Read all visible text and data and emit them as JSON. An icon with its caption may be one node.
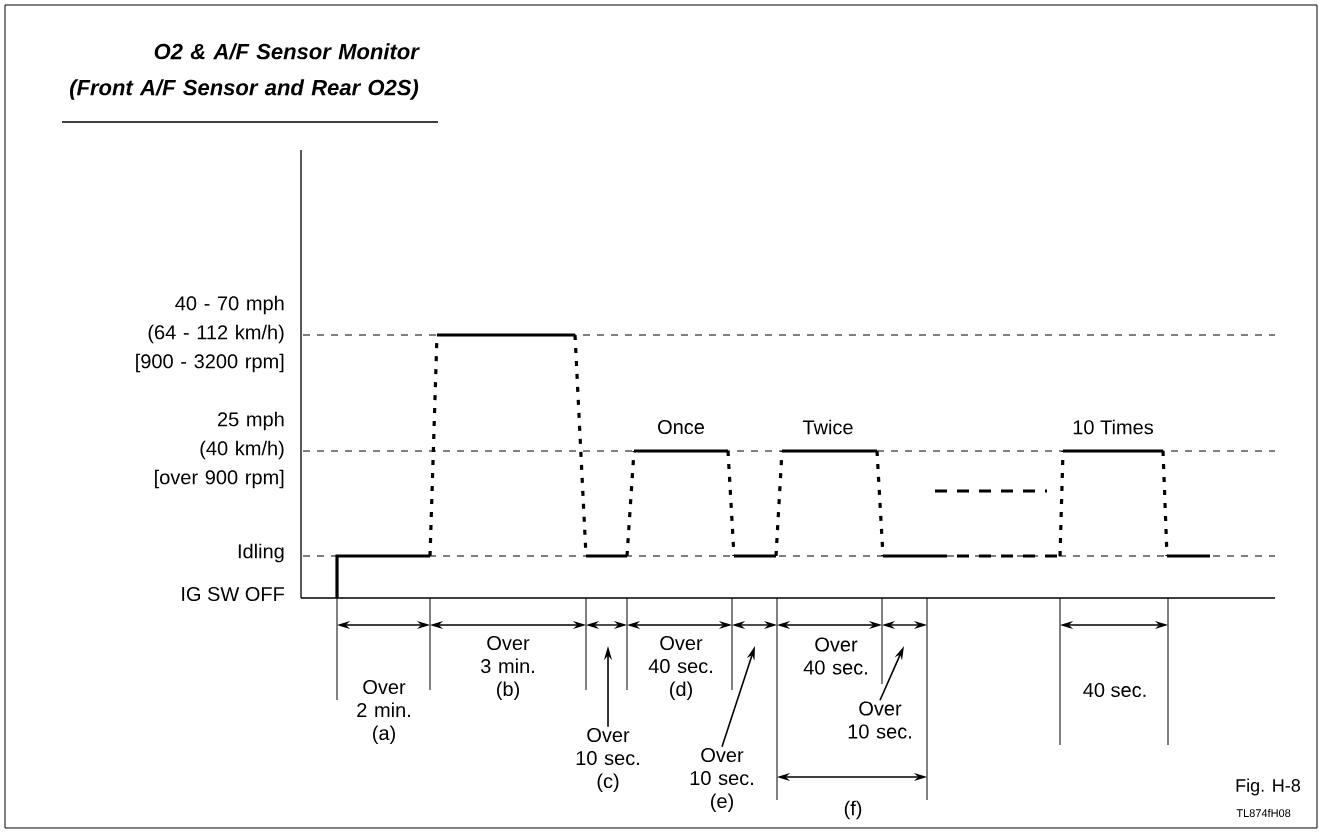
{
  "diagram": {
    "title": "O2 & A/F Sensor Monitor (Front A/F Sensor and Rear O2S)",
    "nodes": [
      {
        "text": [
          "Over 10 sec. (c)"
        ]
      },
      {
        "text": [
          "Over 10 sec. (e)"
        ]
      },
      {
        "text": [
          "Over 10 sec."
        ]
      }
    ],
    "edges": [
      {
        "from": 0,
        "to": null,
        "arrow": "to"
      },
      {
        "from": 1,
        "to": null,
        "arrow": "to"
      },
      {
        "from": 2,
        "to": null,
        "arrow": "to"
      }
    ],
    "labels": [
      "40 - 70 mph (64 - 112 km/h) [900 - 3200 rpm]",
      "25 mph (40 km/h) [over 900 rpm]",
      "Once",
      "Twice",
      "10 Times",
      "Idling",
      "IG SW OFF",
      "Over 3 min. (b)",
      "Over 40 sec. (d)",
      "Over 40 sec.",
      "Over 2 min. (a)",
      "40 sec.",
      "(f)",
      "Fig. H-8",
      "TL874fH08"
    ]
  }
}
